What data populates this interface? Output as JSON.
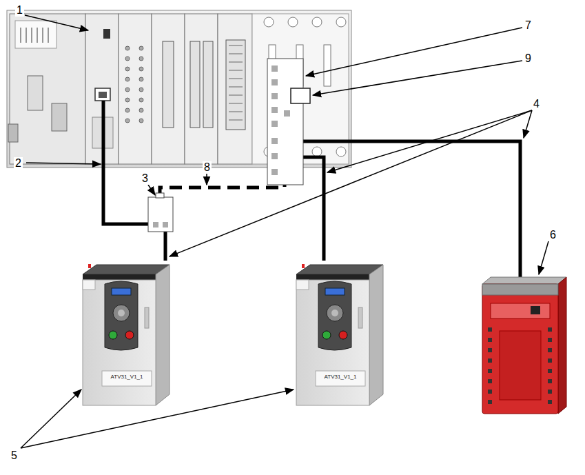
{
  "diagram": {
    "nodes": [
      {
        "text": [
          "ATV31_V1_1"
        ]
      },
      {
        "text": [
          "ATV31_V1_1"
        ]
      }
    ],
    "labels": [
      "1",
      "2",
      "7",
      "9",
      "8",
      "3",
      "4",
      "6",
      "5"
    ]
  }
}
